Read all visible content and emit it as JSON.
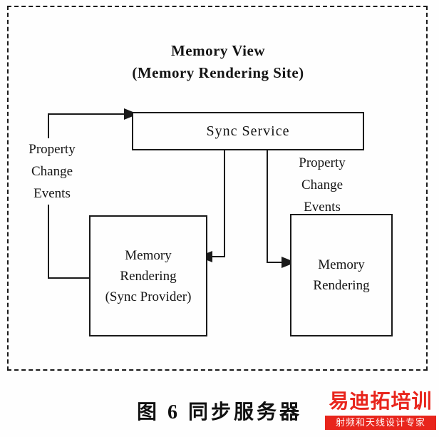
{
  "diagram": {
    "title_line1": "Memory View",
    "title_line2": "(Memory  Rendering Site)",
    "sync_service_label": "Sync  Service",
    "left_events": [
      "Property",
      "Change",
      "Events"
    ],
    "right_events": [
      "Property",
      "Change",
      "Events"
    ],
    "left_box": [
      "Memory",
      "Rendering",
      "(Sync Provider)"
    ],
    "right_box": [
      "Memory",
      "Rendering"
    ]
  },
  "caption": {
    "text": "图 6   同步服务器"
  },
  "watermark": {
    "brand": "易迪拓培训",
    "tagline": "射频和天线设计专家"
  }
}
